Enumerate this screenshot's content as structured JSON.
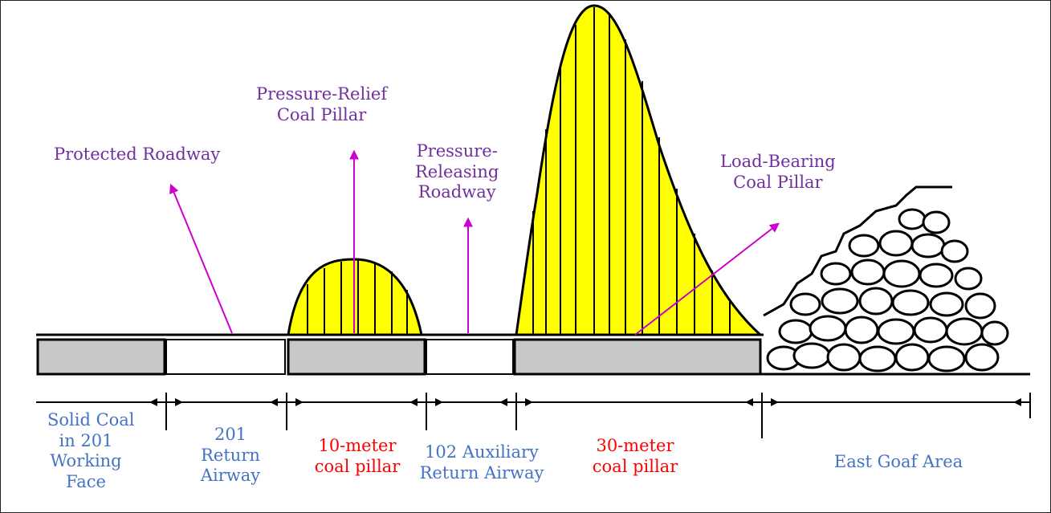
{
  "colors": {
    "annotation": "#7030a0",
    "section_label": "#4472c4",
    "pillar_label": "#ff0000",
    "stress_fill": "#ffff00",
    "arrow": "#cc00cc",
    "coal": "#c8c8c8"
  },
  "annotations": {
    "protected_roadway": "Protected Roadway",
    "pressure_relief_pillar_1": "Pressure-Relief",
    "pressure_relief_pillar_2": "Coal Pillar",
    "pressure_releasing_roadway_1": "Pressure-",
    "pressure_releasing_roadway_2": "Releasing",
    "pressure_releasing_roadway_3": "Roadway",
    "load_bearing_pillar_1": "Load-Bearing",
    "load_bearing_pillar_2": "Coal Pillar"
  },
  "sections": {
    "solid_coal": [
      "Solid Coal",
      "in 201",
      "Working",
      "Face"
    ],
    "return_airway_201": [
      "201",
      "Return",
      "Airway"
    ],
    "pillar_10m": [
      "10-meter",
      "coal pillar"
    ],
    "auxiliary_airway_102": [
      "102 Auxiliary",
      "Return Airway"
    ],
    "pillar_30m": [
      "30-meter",
      "coal pillar"
    ],
    "goaf": [
      "East Goaf Area"
    ]
  }
}
